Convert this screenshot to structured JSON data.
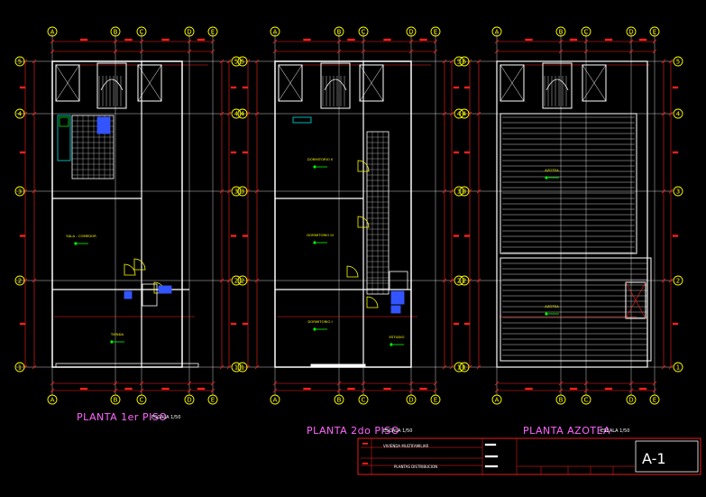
{
  "plans": [
    {
      "title": "PLANTA 1er PISO",
      "scale": "ESCALA 1/50",
      "rooms": [
        {
          "label": "SALA - COMEDOR"
        },
        {
          "label": "TIENDA"
        }
      ]
    },
    {
      "title": "PLANTA 2do PISO",
      "scale": "ESCALA 1/50",
      "rooms": [
        {
          "label": "DORMITORIO II"
        },
        {
          "label": "DORMITORIO III"
        },
        {
          "label": "DORMITORIO I"
        },
        {
          "label": "ESTUDIO"
        }
      ]
    },
    {
      "title": "PLANTA AZOTEA",
      "scale": "ESCALA 1/50",
      "rooms": [
        {
          "label": "AZOTEA"
        },
        {
          "label": "AZOTEA"
        }
      ]
    }
  ],
  "axes": {
    "letters": [
      "A",
      "B",
      "C",
      "D",
      "E"
    ],
    "numbers": [
      "5",
      "4",
      "3",
      "2",
      "1"
    ]
  },
  "title_block": {
    "project": "VIVIENDA MULTIFAMILIAR",
    "content": "PLANTAS DISTRIBUCION",
    "sheet": "A-1"
  },
  "colors": {
    "background": "#000000",
    "walls": "#ffffff",
    "dimensions": "#ff2020",
    "axis_bubbles": "#ffff00",
    "room_labels": "#ffff00",
    "level_marks": "#00ff00",
    "titles": "#ff66ff",
    "grid": "#ffffff",
    "furniture": "#00ffff",
    "fixtures": "#3355ff"
  }
}
